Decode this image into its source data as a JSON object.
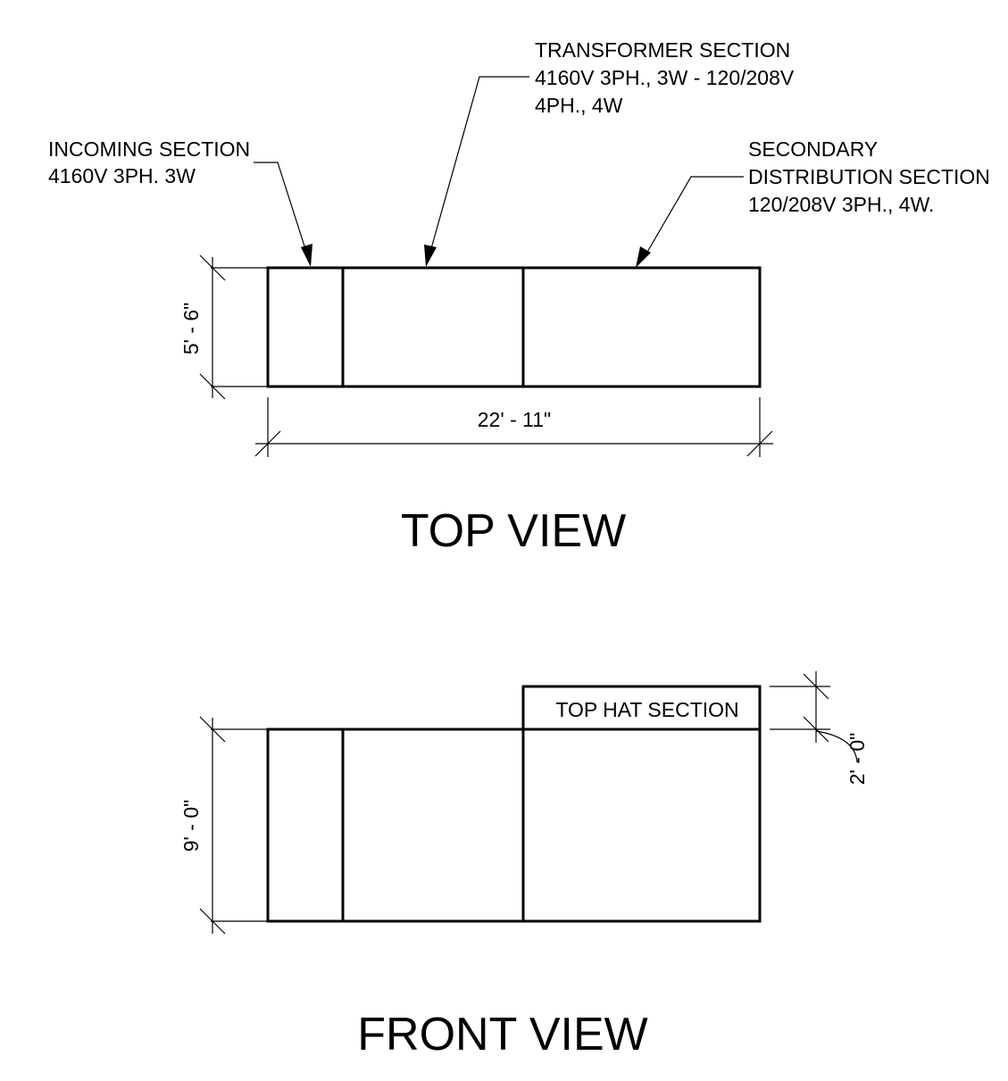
{
  "top_view": {
    "title": "TOP VIEW",
    "callouts": {
      "incoming": [
        "INCOMING SECTION",
        "4160V 3PH. 3W"
      ],
      "transformer": [
        "TRANSFORMER SECTION",
        "4160V 3PH., 3W - 120/208V",
        "4PH., 4W"
      ],
      "secondary": [
        "SECONDARY",
        "DISTRIBUTION SECTION",
        "120/208V 3PH., 4W."
      ]
    },
    "dimensions": {
      "depth": "5' - 6\"",
      "length": "22' - 11\""
    }
  },
  "front_view": {
    "title": "FRONT VIEW",
    "top_hat_label": "TOP HAT SECTION",
    "dimensions": {
      "height": "9' - 0\"",
      "top_hat_height": "2' - 0\""
    }
  }
}
